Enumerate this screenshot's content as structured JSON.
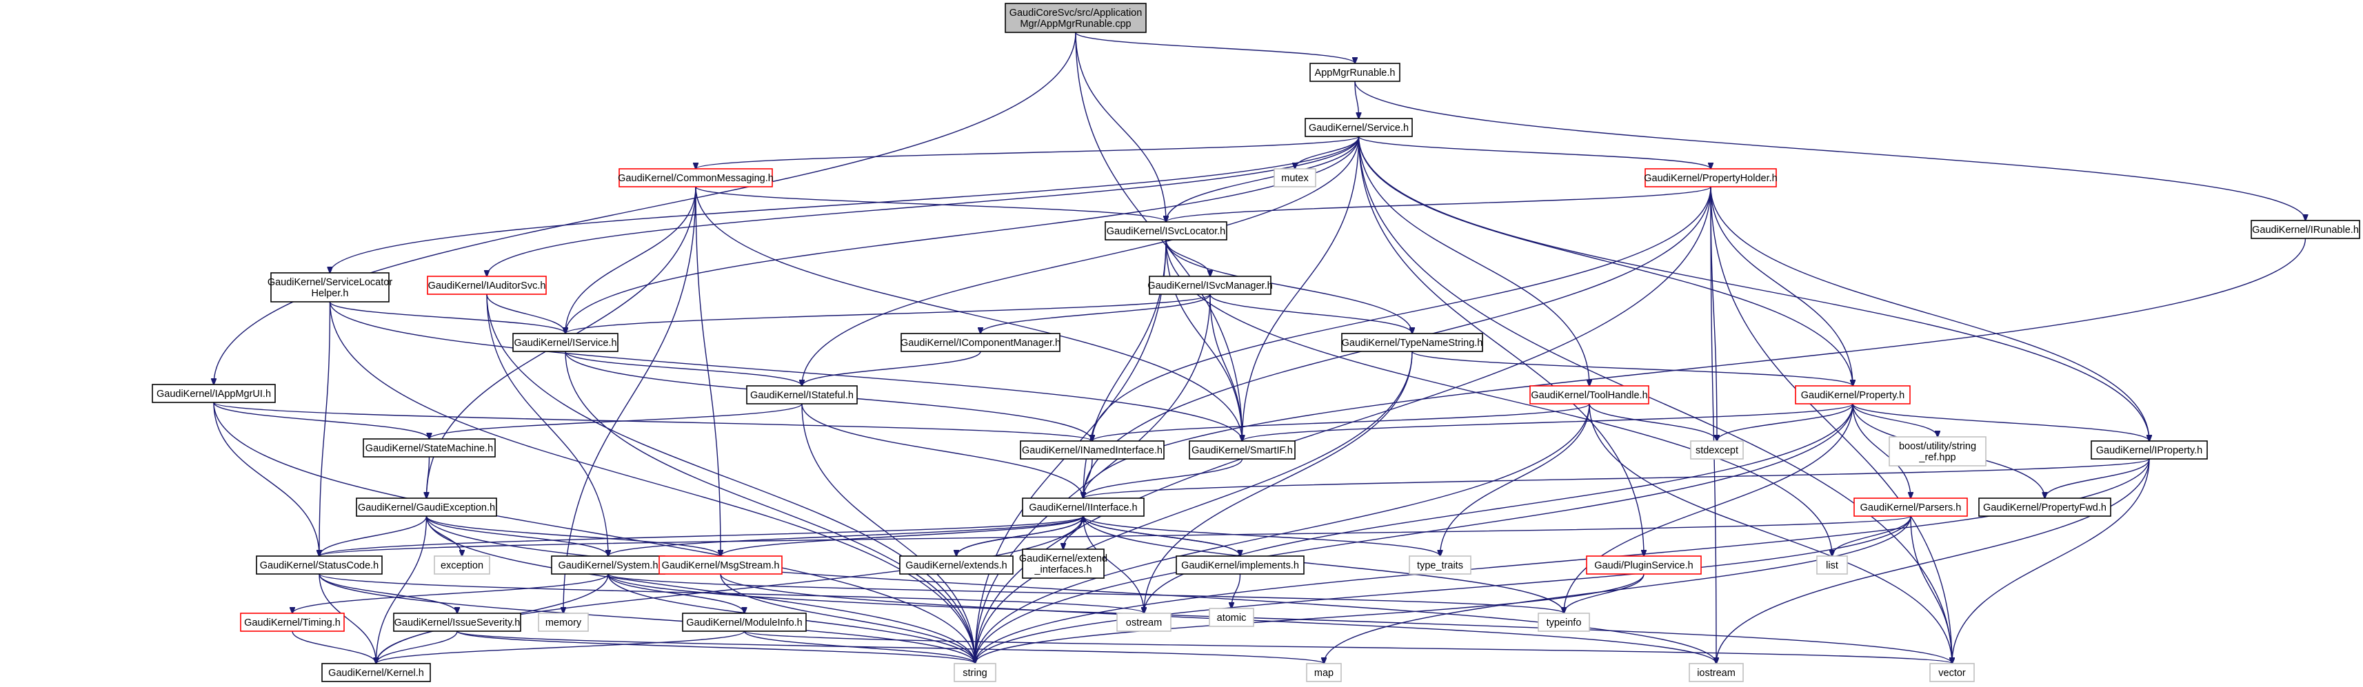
{
  "colors": {
    "edge": "#191970",
    "root_fill": "#bfbfbf",
    "border_default": "#000000",
    "border_truncated": "#ff0000",
    "border_system": "#bfbfbf",
    "node_fill": "#ffffff"
  },
  "nodes": [
    {
      "id": "root",
      "lines": [
        "GaudiCoreSvc/src/Application",
        "Mgr/AppMgrRunable.cpp"
      ],
      "style": "root"
    },
    {
      "id": "appmgrrunable_h",
      "lines": [
        "AppMgrRunable.h"
      ],
      "style": "normal"
    },
    {
      "id": "service_h",
      "lines": [
        "GaudiKernel/Service.h"
      ],
      "style": "normal"
    },
    {
      "id": "irunable_h",
      "lines": [
        "GaudiKernel/IRunable.h"
      ],
      "style": "normal"
    },
    {
      "id": "mutex",
      "lines": [
        "mutex"
      ],
      "style": "system"
    },
    {
      "id": "commonmessaging_h",
      "lines": [
        "GaudiKernel/CommonMessaging.h"
      ],
      "style": "truncated"
    },
    {
      "id": "propertyholder_h",
      "lines": [
        "GaudiKernel/PropertyHolder.h"
      ],
      "style": "truncated"
    },
    {
      "id": "isvclocator_h",
      "lines": [
        "GaudiKernel/ISvcLocator.h"
      ],
      "style": "normal"
    },
    {
      "id": "servicelocatorhelper_h",
      "lines": [
        "GaudiKernel/ServiceLocator",
        "Helper.h"
      ],
      "style": "normal"
    },
    {
      "id": "iauditorsvc_h",
      "lines": [
        "GaudiKernel/IAuditorSvc.h"
      ],
      "style": "truncated"
    },
    {
      "id": "isvcmanager_h",
      "lines": [
        "GaudiKernel/ISvcManager.h"
      ],
      "style": "normal"
    },
    {
      "id": "iservice_h",
      "lines": [
        "GaudiKernel/IService.h"
      ],
      "style": "normal"
    },
    {
      "id": "icomponentmanager_h",
      "lines": [
        "GaudiKernel/IComponentManager.h"
      ],
      "style": "normal"
    },
    {
      "id": "typenamestring_h",
      "lines": [
        "GaudiKernel/TypeNameString.h"
      ],
      "style": "normal"
    },
    {
      "id": "iappmgrui_h",
      "lines": [
        "GaudiKernel/IAppMgrUI.h"
      ],
      "style": "normal"
    },
    {
      "id": "istateful_h",
      "lines": [
        "GaudiKernel/IStateful.h"
      ],
      "style": "normal"
    },
    {
      "id": "toolhandle_h",
      "lines": [
        "GaudiKernel/ToolHandle.h"
      ],
      "style": "truncated"
    },
    {
      "id": "property_h",
      "lines": [
        "GaudiKernel/Property.h"
      ],
      "style": "truncated"
    },
    {
      "id": "statemachine_h",
      "lines": [
        "GaudiKernel/StateMachine.h"
      ],
      "style": "normal"
    },
    {
      "id": "inamedinterface_h",
      "lines": [
        "GaudiKernel/INamedInterface.h"
      ],
      "style": "normal"
    },
    {
      "id": "smartif_h",
      "lines": [
        "GaudiKernel/SmartIF.h"
      ],
      "style": "normal"
    },
    {
      "id": "stdexcept",
      "lines": [
        "stdexcept"
      ],
      "style": "system"
    },
    {
      "id": "boost_string_ref",
      "lines": [
        "boost/utility/string",
        "_ref.hpp"
      ],
      "style": "system"
    },
    {
      "id": "iproperty_h",
      "lines": [
        "GaudiKernel/IProperty.h"
      ],
      "style": "normal"
    },
    {
      "id": "gaudiexception_h",
      "lines": [
        "GaudiKernel/GaudiException.h"
      ],
      "style": "normal"
    },
    {
      "id": "iinterface_h",
      "lines": [
        "GaudiKernel/IInterface.h"
      ],
      "style": "normal"
    },
    {
      "id": "parsers_h",
      "lines": [
        "GaudiKernel/Parsers.h"
      ],
      "style": "truncated"
    },
    {
      "id": "propertyfwd_h",
      "lines": [
        "GaudiKernel/PropertyFwd.h"
      ],
      "style": "normal"
    },
    {
      "id": "statuscode_h",
      "lines": [
        "GaudiKernel/StatusCode.h"
      ],
      "style": "normal"
    },
    {
      "id": "exception",
      "lines": [
        "exception"
      ],
      "style": "system"
    },
    {
      "id": "system_h",
      "lines": [
        "GaudiKernel/System.h"
      ],
      "style": "normal"
    },
    {
      "id": "msgstream_h",
      "lines": [
        "GaudiKernel/MsgStream.h"
      ],
      "style": "truncated"
    },
    {
      "id": "extends_h",
      "lines": [
        "GaudiKernel/extends.h"
      ],
      "style": "normal"
    },
    {
      "id": "extend_interfaces_h",
      "lines": [
        "GaudiKernel/extend",
        "_interfaces.h"
      ],
      "style": "normal"
    },
    {
      "id": "implements_h",
      "lines": [
        "GaudiKernel/implements.h"
      ],
      "style": "normal"
    },
    {
      "id": "type_traits",
      "lines": [
        "type_traits"
      ],
      "style": "system"
    },
    {
      "id": "pluginservice_h",
      "lines": [
        "Gaudi/PluginService.h"
      ],
      "style": "truncated"
    },
    {
      "id": "list",
      "lines": [
        "list"
      ],
      "style": "system"
    },
    {
      "id": "timing_h",
      "lines": [
        "GaudiKernel/Timing.h"
      ],
      "style": "truncated"
    },
    {
      "id": "issueseverity_h",
      "lines": [
        "GaudiKernel/IssueSeverity.h"
      ],
      "style": "normal"
    },
    {
      "id": "memory",
      "lines": [
        "memory"
      ],
      "style": "system"
    },
    {
      "id": "moduleinfo_h",
      "lines": [
        "GaudiKernel/ModuleInfo.h"
      ],
      "style": "normal"
    },
    {
      "id": "ostream",
      "lines": [
        "ostream"
      ],
      "style": "system"
    },
    {
      "id": "atomic",
      "lines": [
        "atomic"
      ],
      "style": "system"
    },
    {
      "id": "typeinfo",
      "lines": [
        "typeinfo"
      ],
      "style": "system"
    },
    {
      "id": "kernel_h",
      "lines": [
        "GaudiKernel/Kernel.h"
      ],
      "style": "normal"
    },
    {
      "id": "string",
      "lines": [
        "string"
      ],
      "style": "system"
    },
    {
      "id": "map",
      "lines": [
        "map"
      ],
      "style": "system"
    },
    {
      "id": "iostream",
      "lines": [
        "iostream"
      ],
      "style": "system"
    },
    {
      "id": "vector",
      "lines": [
        "vector"
      ],
      "style": "system"
    }
  ]
}
